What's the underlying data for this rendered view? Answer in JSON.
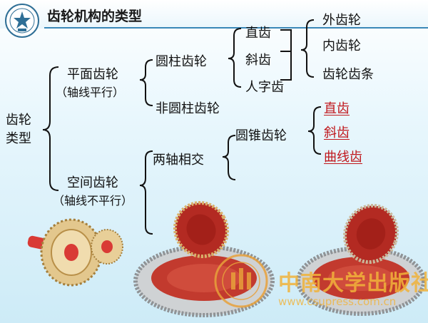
{
  "slide": {
    "title": "齿轮机构的类型"
  },
  "tree": {
    "root": [
      "齿轮",
      "类型"
    ],
    "planar": {
      "label": "平面齿轮",
      "sub": "（轴线平行）"
    },
    "cylindrical": "圆柱齿轮",
    "non_cylindrical": "非圆柱齿轮",
    "tooth_types": [
      "直齿",
      "斜齿",
      "人字齿"
    ],
    "mesh_types": [
      "外齿轮",
      "内齿轮",
      "齿轮齿条"
    ],
    "spatial": {
      "label": "空间齿轮",
      "sub": "（轴线不平行）"
    },
    "intersecting": "两轴相交",
    "bevel": "圆锥齿轮",
    "bevel_types": [
      "直齿",
      "斜齿",
      "曲线齿"
    ]
  },
  "watermark": {
    "publisher": "中南大学出版社",
    "url": "www.csupress.com.cn"
  },
  "colors": {
    "link_red": "#c0161b",
    "bracket": "#111111",
    "title_rule": "#3a88b8"
  },
  "icons": [
    "university-logo-icon",
    "publisher-seal-icon"
  ]
}
